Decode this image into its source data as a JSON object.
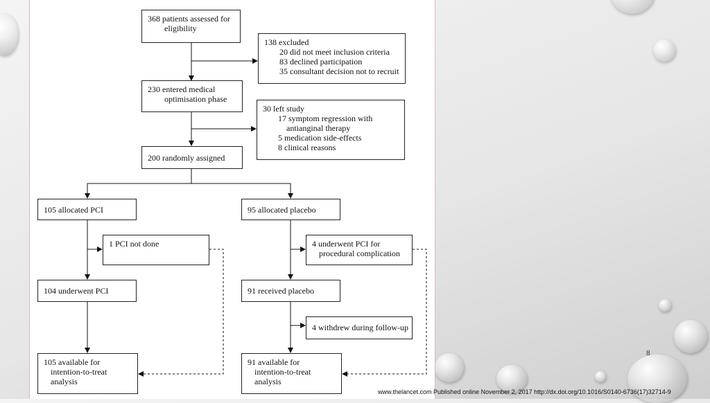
{
  "boxes": {
    "assessed": [
      "368 patients assessed for",
      "eligibility"
    ],
    "excluded": [
      "138 excluded",
      "20 did not meet inclusion criteria",
      "83 declined participation",
      "35 consultant decision not to recruit"
    ],
    "optimisation": [
      "230 entered medical",
      "optimisation phase"
    ],
    "left_study": [
      "30 left study",
      "17 symptom regression with",
      "antianginal therapy",
      "5 medication side-effects",
      "8 clinical reasons"
    ],
    "randomised": [
      "200 randomly assigned"
    ],
    "allocated_pci": [
      "105 allocated PCI"
    ],
    "allocated_placebo": [
      "95 allocated placebo"
    ],
    "pci_not_done": [
      "1 PCI not done"
    ],
    "placebo_pci": [
      "4 underwent PCI for",
      "procedural complication"
    ],
    "underwent_pci": [
      "104 underwent PCI"
    ],
    "received_placebo": [
      "91 received placebo"
    ],
    "withdrew": [
      "4 withdrew during follow-up"
    ],
    "available_pci": [
      "105 available for",
      "intention-to-treat",
      "analysis"
    ],
    "available_placebo": [
      "91 available for",
      "intention-to-treat",
      "analysis"
    ]
  },
  "slide": {
    "page_number": "8",
    "footer": "www.thelancet.com Published online November 2, 2017 http://dx.doi.org/10.1016/S0140-6736(17)32714-9"
  }
}
